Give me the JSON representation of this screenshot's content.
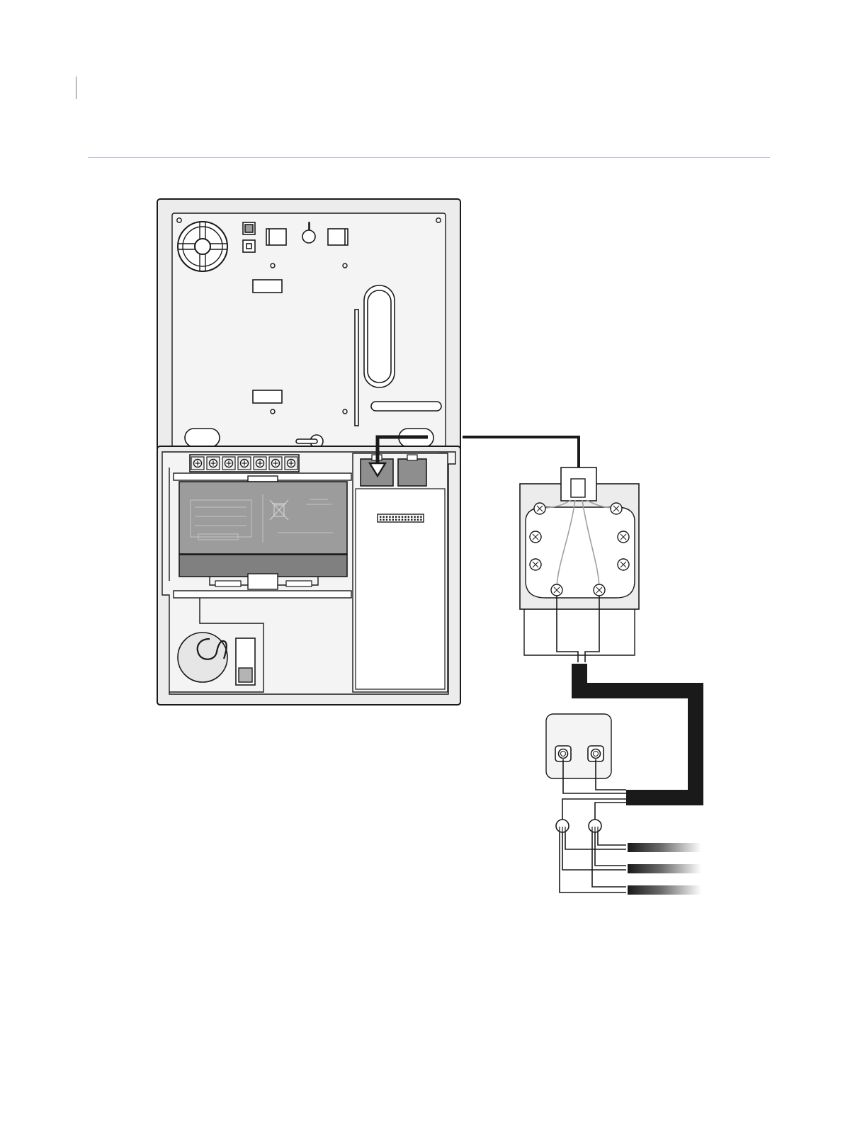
{
  "page": {
    "header_rule_color": "#b7bcd6",
    "page_mark_color": "#7a7a7a"
  },
  "diagram": {
    "subject": "wiring-diagram",
    "colors": {
      "line": "#1a1a1a",
      "panel_fill": "#ececec",
      "plate_fill": "#f4f4f4",
      "module_fill": "#9c9c9c",
      "module_dark": "#808080",
      "connector_fill": "#8e8e8e",
      "wire_grey": "#a0a0a0",
      "cable": "#1a1a1a"
    },
    "parts": [
      "control-panel-enclosure",
      "terminal-block",
      "battery-pack",
      "phone-jack-pair",
      "wall-phone-jack",
      "two-port-wall-plate",
      "line-splitter",
      "outgoing-phone-lines"
    ],
    "terminal_count": 7,
    "outgoing_line_count": 3
  }
}
